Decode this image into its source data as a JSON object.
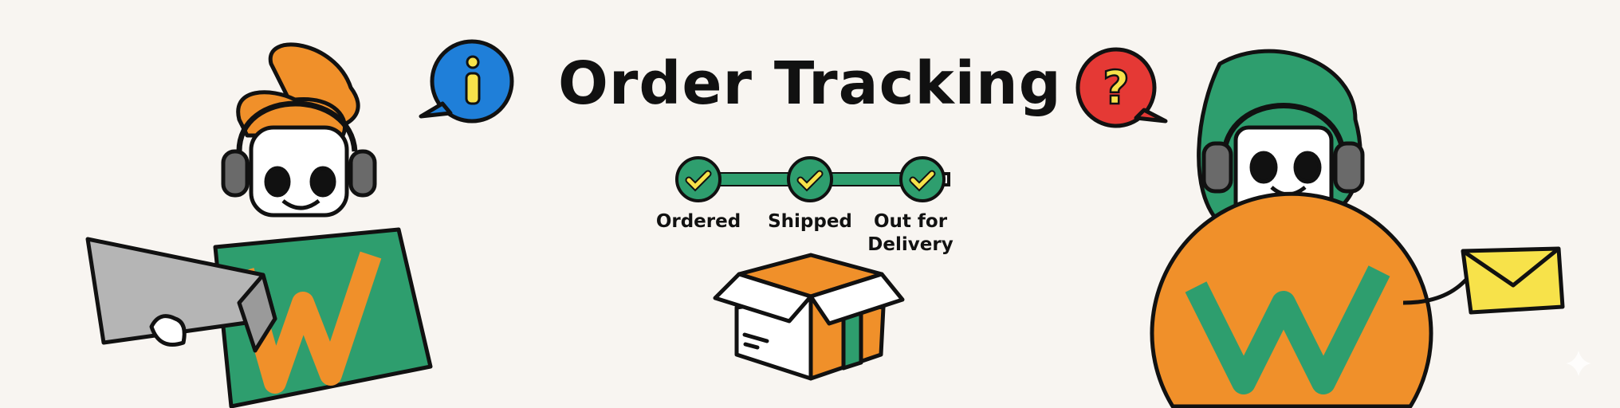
{
  "title": "Order Tracking",
  "steps": [
    {
      "label": "Ordered",
      "status": "complete"
    },
    {
      "label": "Shipped",
      "status": "complete"
    },
    {
      "label": "Out for Delivery",
      "status": "complete"
    }
  ],
  "progress_fill_fraction": 0.8,
  "colors": {
    "background": "#f8f5f1",
    "green": "#2e9e6e",
    "orange": "#f0902a",
    "yellow": "#f7e24a",
    "blue": "#1f7fd9",
    "red": "#e53935"
  },
  "icons": [
    "info-bubble-icon",
    "question-bubble-icon",
    "open-box-icon",
    "envelope-icon",
    "laptop-icon",
    "check-icon"
  ]
}
